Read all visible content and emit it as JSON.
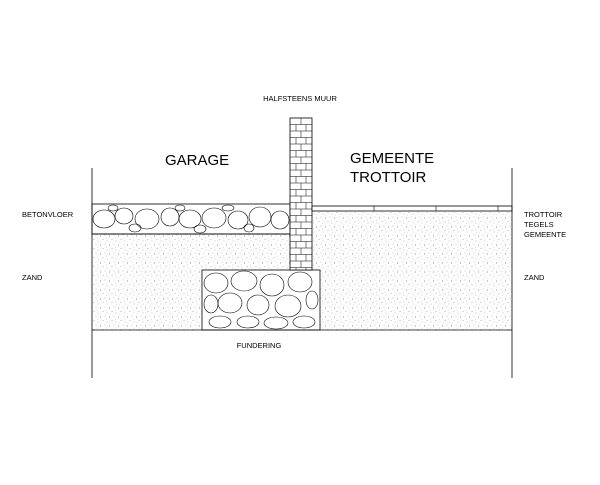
{
  "labels": {
    "wall_top": "HALFSTEENS MUUR",
    "garage": "GARAGE",
    "gemeente_line1": "GEMEENTE",
    "gemeente_line2": "TROTTOIR",
    "betonvloer": "BETONVLOER",
    "zand_left": "ZAND",
    "trottoir_line1": "TROTTOIR",
    "trottoir_line2": "TEGELS",
    "trottoir_line3": "GEMEENTE",
    "zand_right": "ZAND",
    "fundering": "FUNDERING"
  },
  "colors": {
    "line": "#000000",
    "background": "#ffffff",
    "sand_dots": "#555555"
  }
}
